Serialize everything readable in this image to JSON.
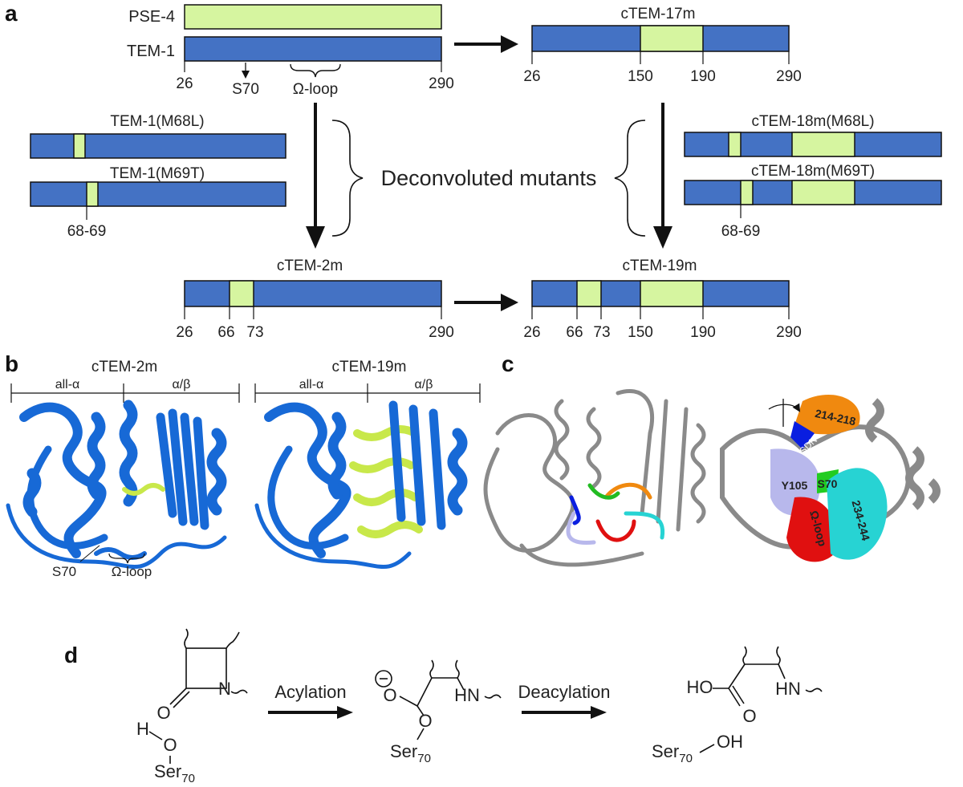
{
  "colors": {
    "blue": "#4472c4",
    "green": "#d6f5a0",
    "stroke": "#111111",
    "text": "#222222",
    "helix": "#1769d6",
    "loop_green": "#c8e84a",
    "grey": "#8a8a8a",
    "orange": "#f0890f",
    "cyan": "#27d3d3",
    "red": "#e01010",
    "lavender": "#b8b8ec",
    "navy": "#0a1ee0"
  },
  "panel_a": {
    "label": "a",
    "pse4": "PSE-4",
    "tem1": "TEM-1",
    "tem1_ticks": {
      "start": "26",
      "s70": "S70",
      "omega": "Ω-loop",
      "end": "290"
    },
    "ctem17m": "cTEM-17m",
    "ctem17m_ticks": [
      "26",
      "150",
      "190",
      "290"
    ],
    "tem1_m68l": "TEM-1(M68L)",
    "tem1_m69t": "TEM-1(M69T)",
    "left_range": "68-69",
    "deconvoluted": "Deconvoluted mutants",
    "ctem18m_m68l": "cTEM-18m(M68L)",
    "ctem18m_m69t": "cTEM-18m(M69T)",
    "right_range": "68-69",
    "ctem2m": "cTEM-2m",
    "ctem2m_ticks": [
      "26",
      "66",
      "73",
      "290"
    ],
    "ctem19m": "cTEM-19m",
    "ctem19m_ticks": [
      "26",
      "66",
      "73",
      "150",
      "190",
      "290"
    ]
  },
  "panel_b": {
    "label": "b",
    "left_title": "cTEM-2m",
    "right_title": "cTEM-19m",
    "all_alpha": "all-α",
    "alpha_beta": "α/β",
    "s70": "S70",
    "omega": "Ω-loop"
  },
  "panel_c": {
    "label": "c",
    "regions": {
      "r214": "214-218",
      "sdn": "SDN",
      "y105": "Y105",
      "s70": "S70",
      "omega": "Ω-loop",
      "r234": "234-244"
    }
  },
  "panel_d": {
    "label": "d",
    "acylation": "Acylation",
    "deacylation": "Deacylation",
    "o": "O",
    "n": "N",
    "h": "H",
    "hn": "HN",
    "ho": "HO",
    "oh": "OH",
    "ser": "Ser",
    "ser_sub": "70"
  }
}
